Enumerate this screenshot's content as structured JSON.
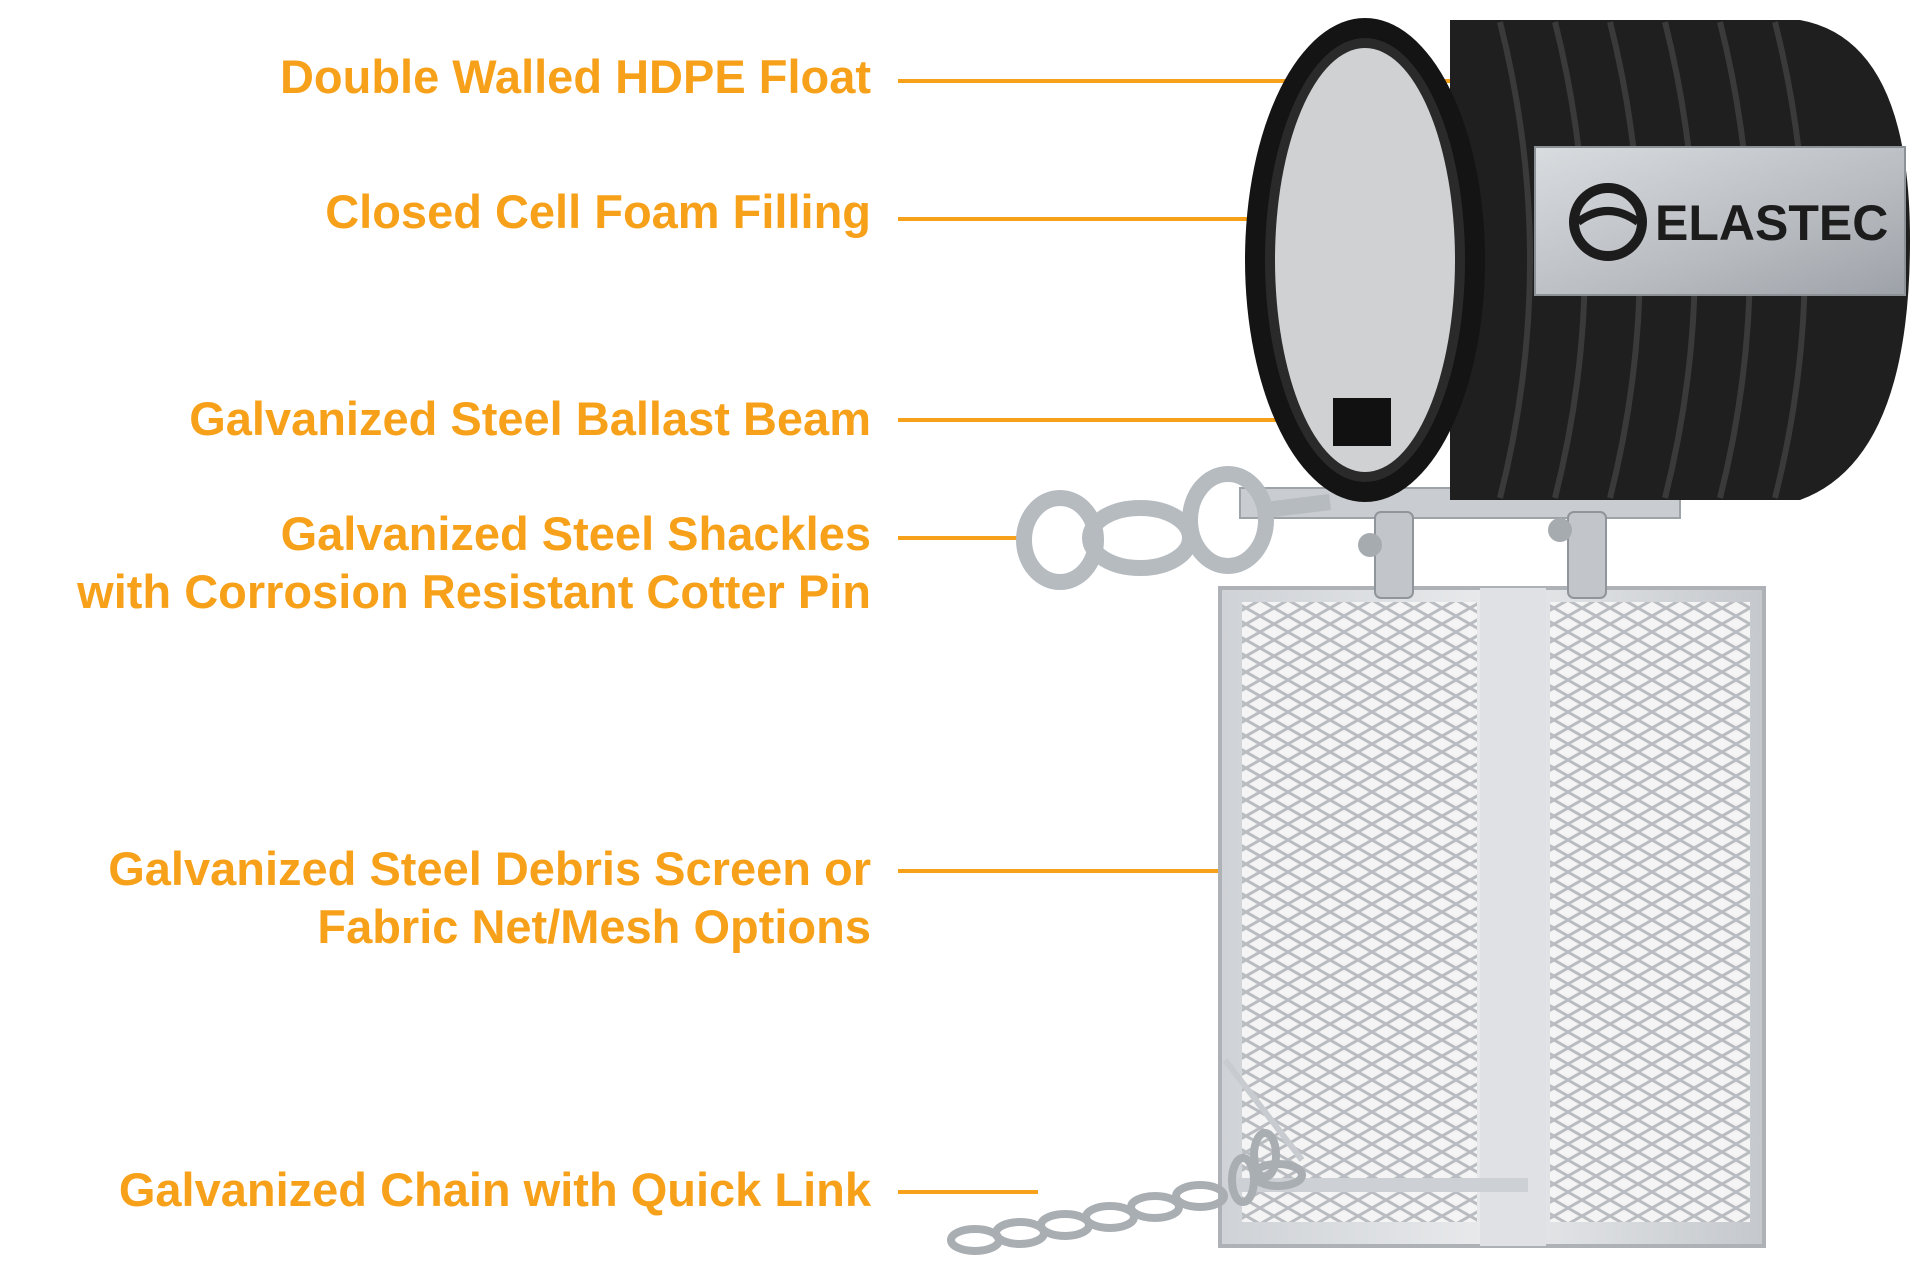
{
  "accent_color": "#F7A11A",
  "callouts": [
    {
      "id": "float",
      "lines": [
        "Double Walled HDPE Float"
      ]
    },
    {
      "id": "foam",
      "lines": [
        "Closed Cell Foam Filling"
      ]
    },
    {
      "id": "ballast",
      "lines": [
        "Galvanized Steel Ballast Beam"
      ]
    },
    {
      "id": "shackles",
      "lines": [
        "Galvanized Steel Shackles",
        "with Corrosion Resistant Cotter Pin"
      ]
    },
    {
      "id": "screen",
      "lines": [
        "Galvanized Steel Debris Screen or",
        "Fabric Net/Mesh Options"
      ]
    },
    {
      "id": "chain",
      "lines": [
        "Galvanized Chain with Quick Link"
      ]
    }
  ],
  "product": {
    "brand": "ELASTEC"
  }
}
